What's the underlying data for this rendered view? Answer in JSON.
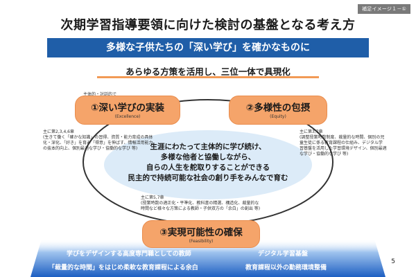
{
  "header": {
    "tag": "補足イメージ１－①",
    "title": "次期学習指導要領に向けた検討の基盤となる考え方",
    "banner": "多様な子供たちの「深い学び」を確かなものに",
    "subtitle": "あらゆる方策を活用し、三位一体で具現化"
  },
  "pillars": [
    {
      "pre": "主体的・対話的で",
      "title": "①深い学びの実装",
      "english": "(Excellence)",
      "note_lines": [
        "主に第2,3,4,6章",
        "(生きて働く「確かな知識」の習得、資質・能力育成の具体",
        "化・深化、「好き」を育み「得意」を伸ばす、情報活用能力",
        "の抜本的向上、個別最適な学び・協働的な学び 等)"
      ]
    },
    {
      "pre": "",
      "title": "②多様性の包摂",
      "english": "(Equity)",
      "note_lines": [
        "主に第3,7章",
        "(調整授業時数制度、裁量的な時間、個別の児",
        "童生徒に係る教育課程の仕組み、デジタル学",
        "習基盤を活用した学習環境デザイン、個別最適",
        "な学び・協働的な学び 等)"
      ]
    },
    {
      "pre": "",
      "title": "③実現可能性の確保",
      "english": "(Feasibility)",
      "note_lines": [
        "主に第5,7章",
        "(授業時数の適正化・平準化、教科書の精選、構造化、裁量的な",
        "時間など様々な方策による教師・子供双方の「余白」の創出 等)"
      ]
    }
  ],
  "center_lines": [
    "生涯にわたって主体的に学び続け、",
    "多様な他者と協働しながら、",
    "自らの人生を舵取りすることができる",
    "民主的で持続可能な社会の創り手をみんなで育む"
  ],
  "foundation": {
    "left_top": "学びをデザインする高度専門職としての教師",
    "left_bottom": "「裁量的な時間」をはじめ柔軟な教育課程による余白",
    "right_top": "デジタル学習基盤",
    "right_bottom": "教育課程以外の勤務環境整備"
  },
  "page_number": "5",
  "colors": {
    "banner": "#1f5ea8",
    "pill": "#f5a46a",
    "underline": "#f29a55",
    "ellipse_fill": "#dcebf8",
    "base": "#2a6bc8"
  }
}
